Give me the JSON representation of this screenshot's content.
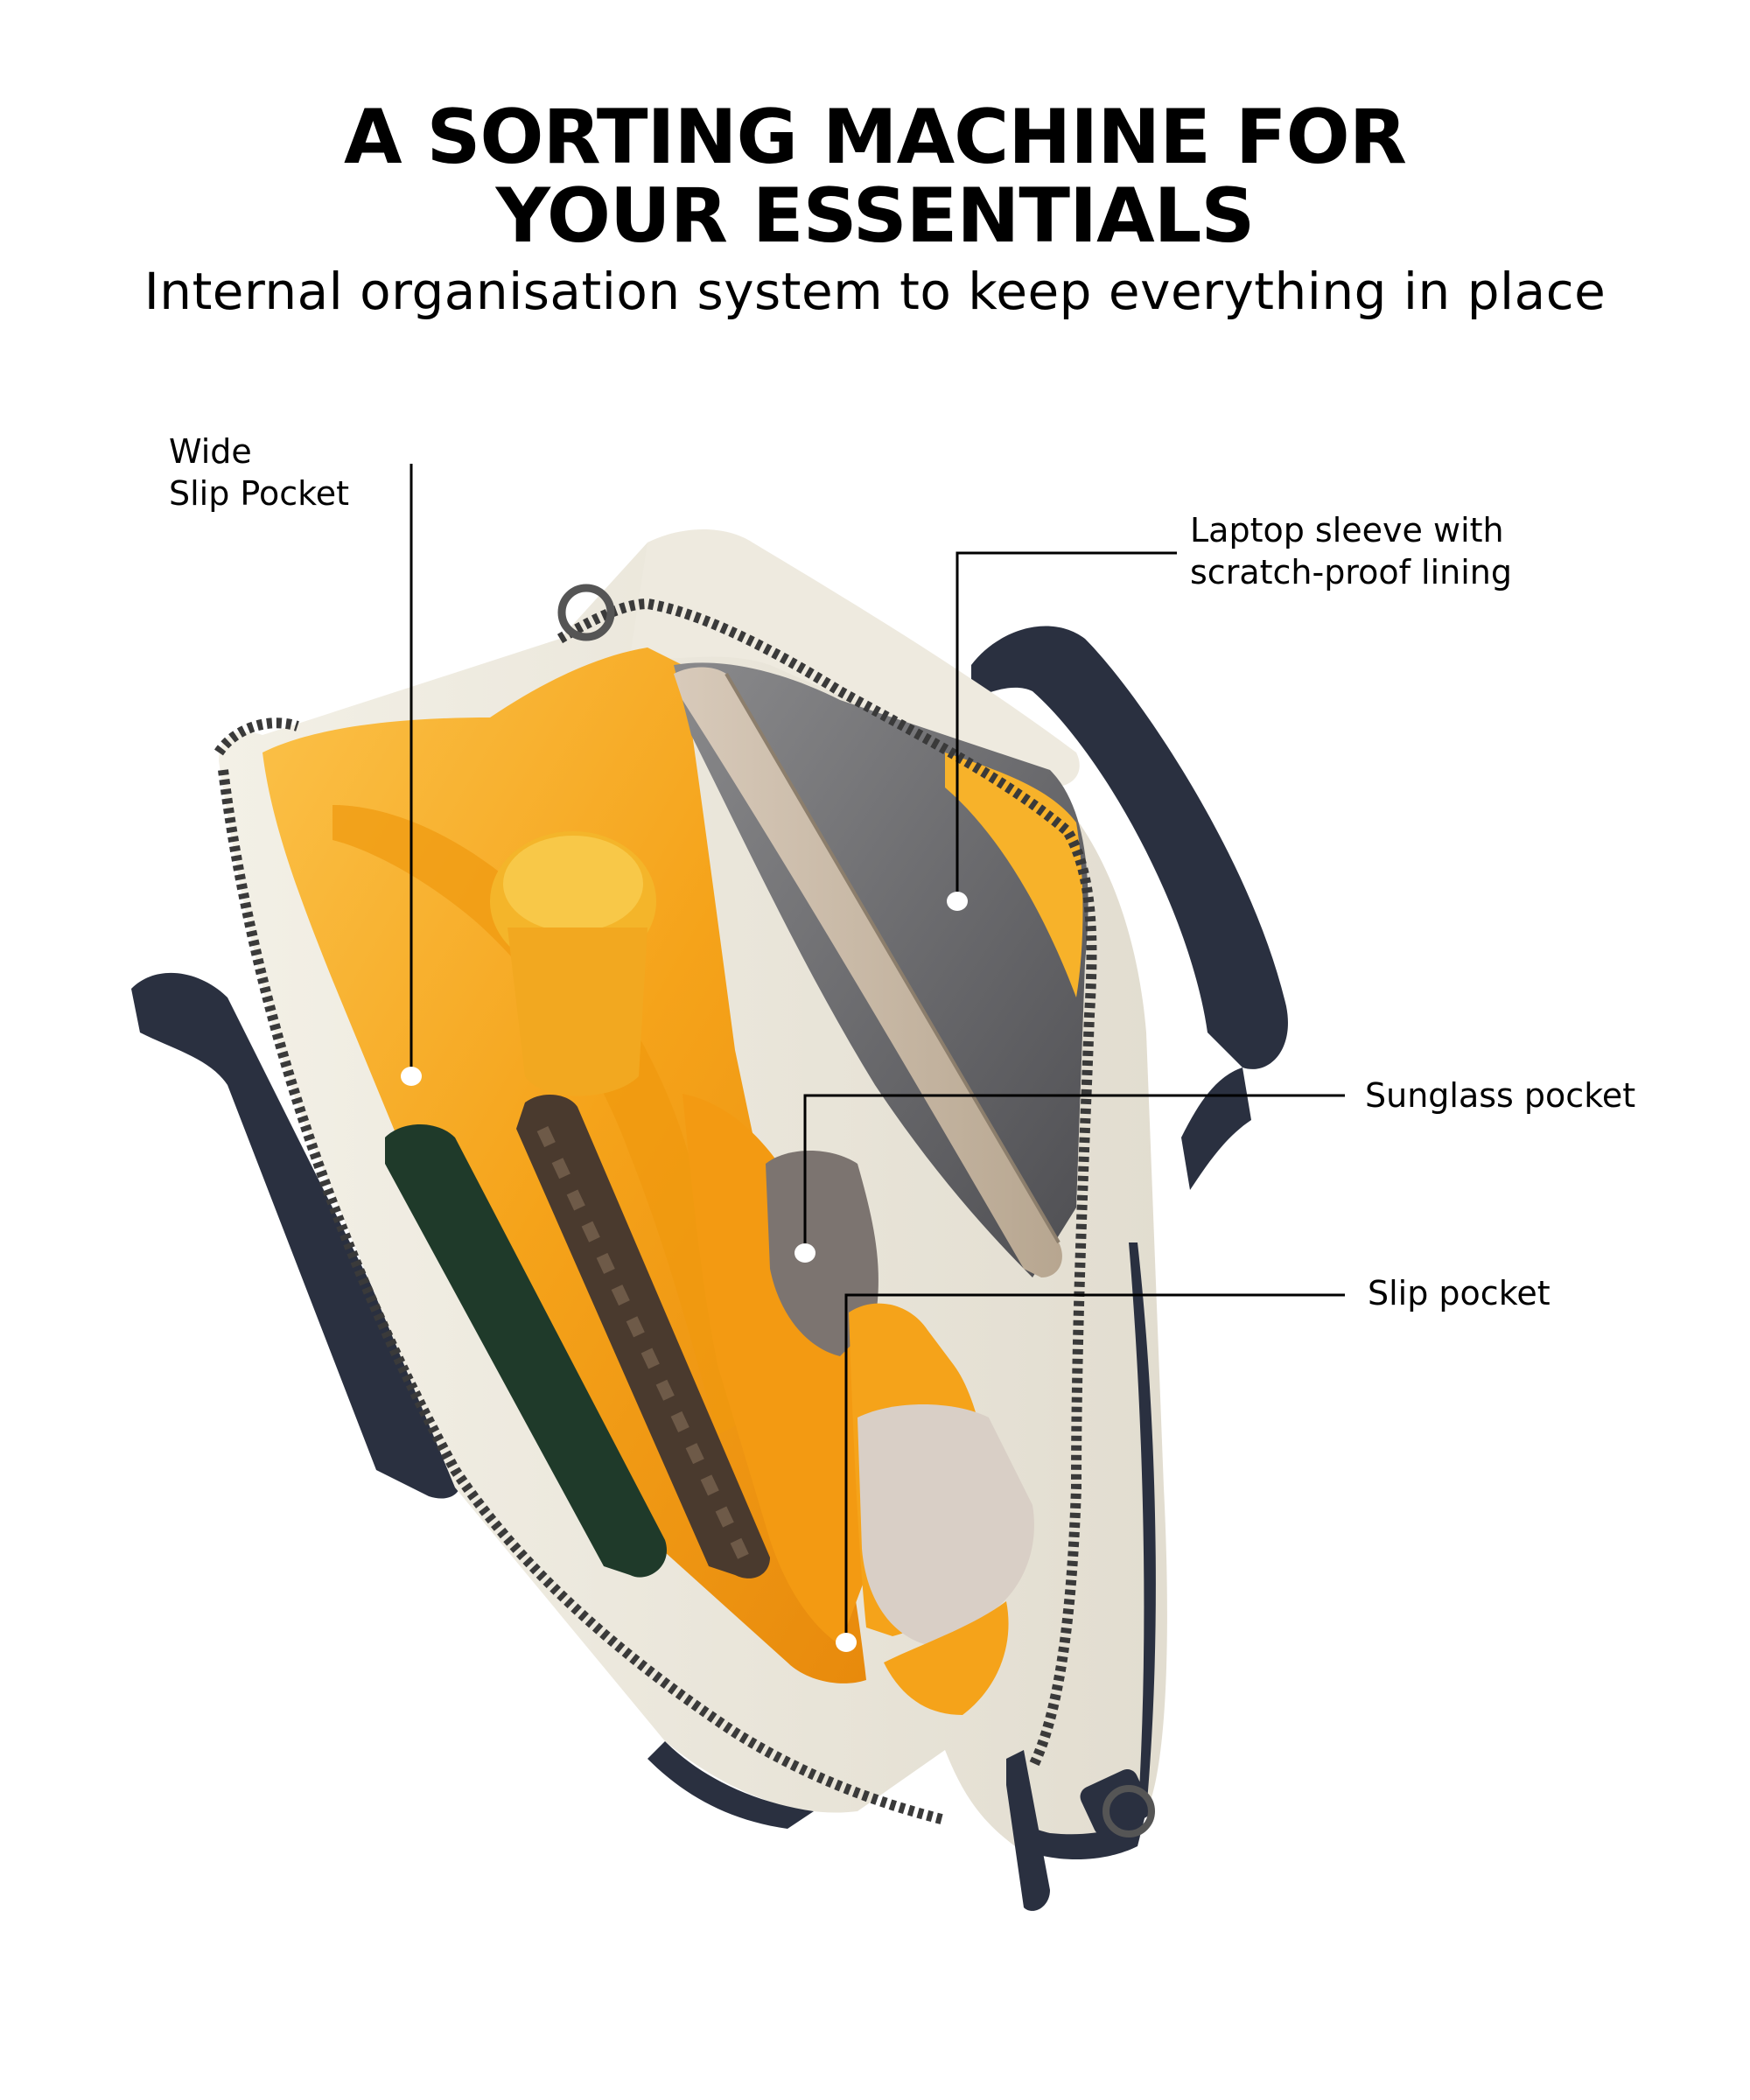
{
  "header": {
    "title_lines": [
      "A SORTING MACHINE FOR",
      "YOUR ESSENTIALS"
    ],
    "subtitle": "Internal organisation system to keep everything in place"
  },
  "callouts": [
    {
      "id": "wide-slip-pocket",
      "lines": [
        "Wide",
        "Slip Pocket"
      ]
    },
    {
      "id": "laptop-sleeve",
      "lines": [
        "Laptop sleeve with",
        "scratch-proof lining"
      ]
    },
    {
      "id": "sunglass-pocket",
      "lines": [
        "Sunglass pocket"
      ]
    },
    {
      "id": "slip-pocket",
      "lines": [
        "Slip pocket"
      ]
    }
  ],
  "product": {
    "description": "Open laptop bag with cream body, navy leather trim, and orange-yellow interior lining",
    "colors": {
      "body": "#ECE8DC",
      "trim": "#2A3040",
      "lining": "#F5A31A",
      "lining_light": "#FBC24A",
      "lining_deep": "#E88A0C",
      "laptop_sleeve": "#6E6E70",
      "laptop": "#C9B8A4",
      "zipper": "#3A3A3A",
      "bottle": "#F4B52A",
      "umbrella": "#1F3A2A",
      "wallet": "#4A3A2E",
      "sunglass_case": "#7C7470",
      "pouch": "#D9CFC6"
    }
  }
}
